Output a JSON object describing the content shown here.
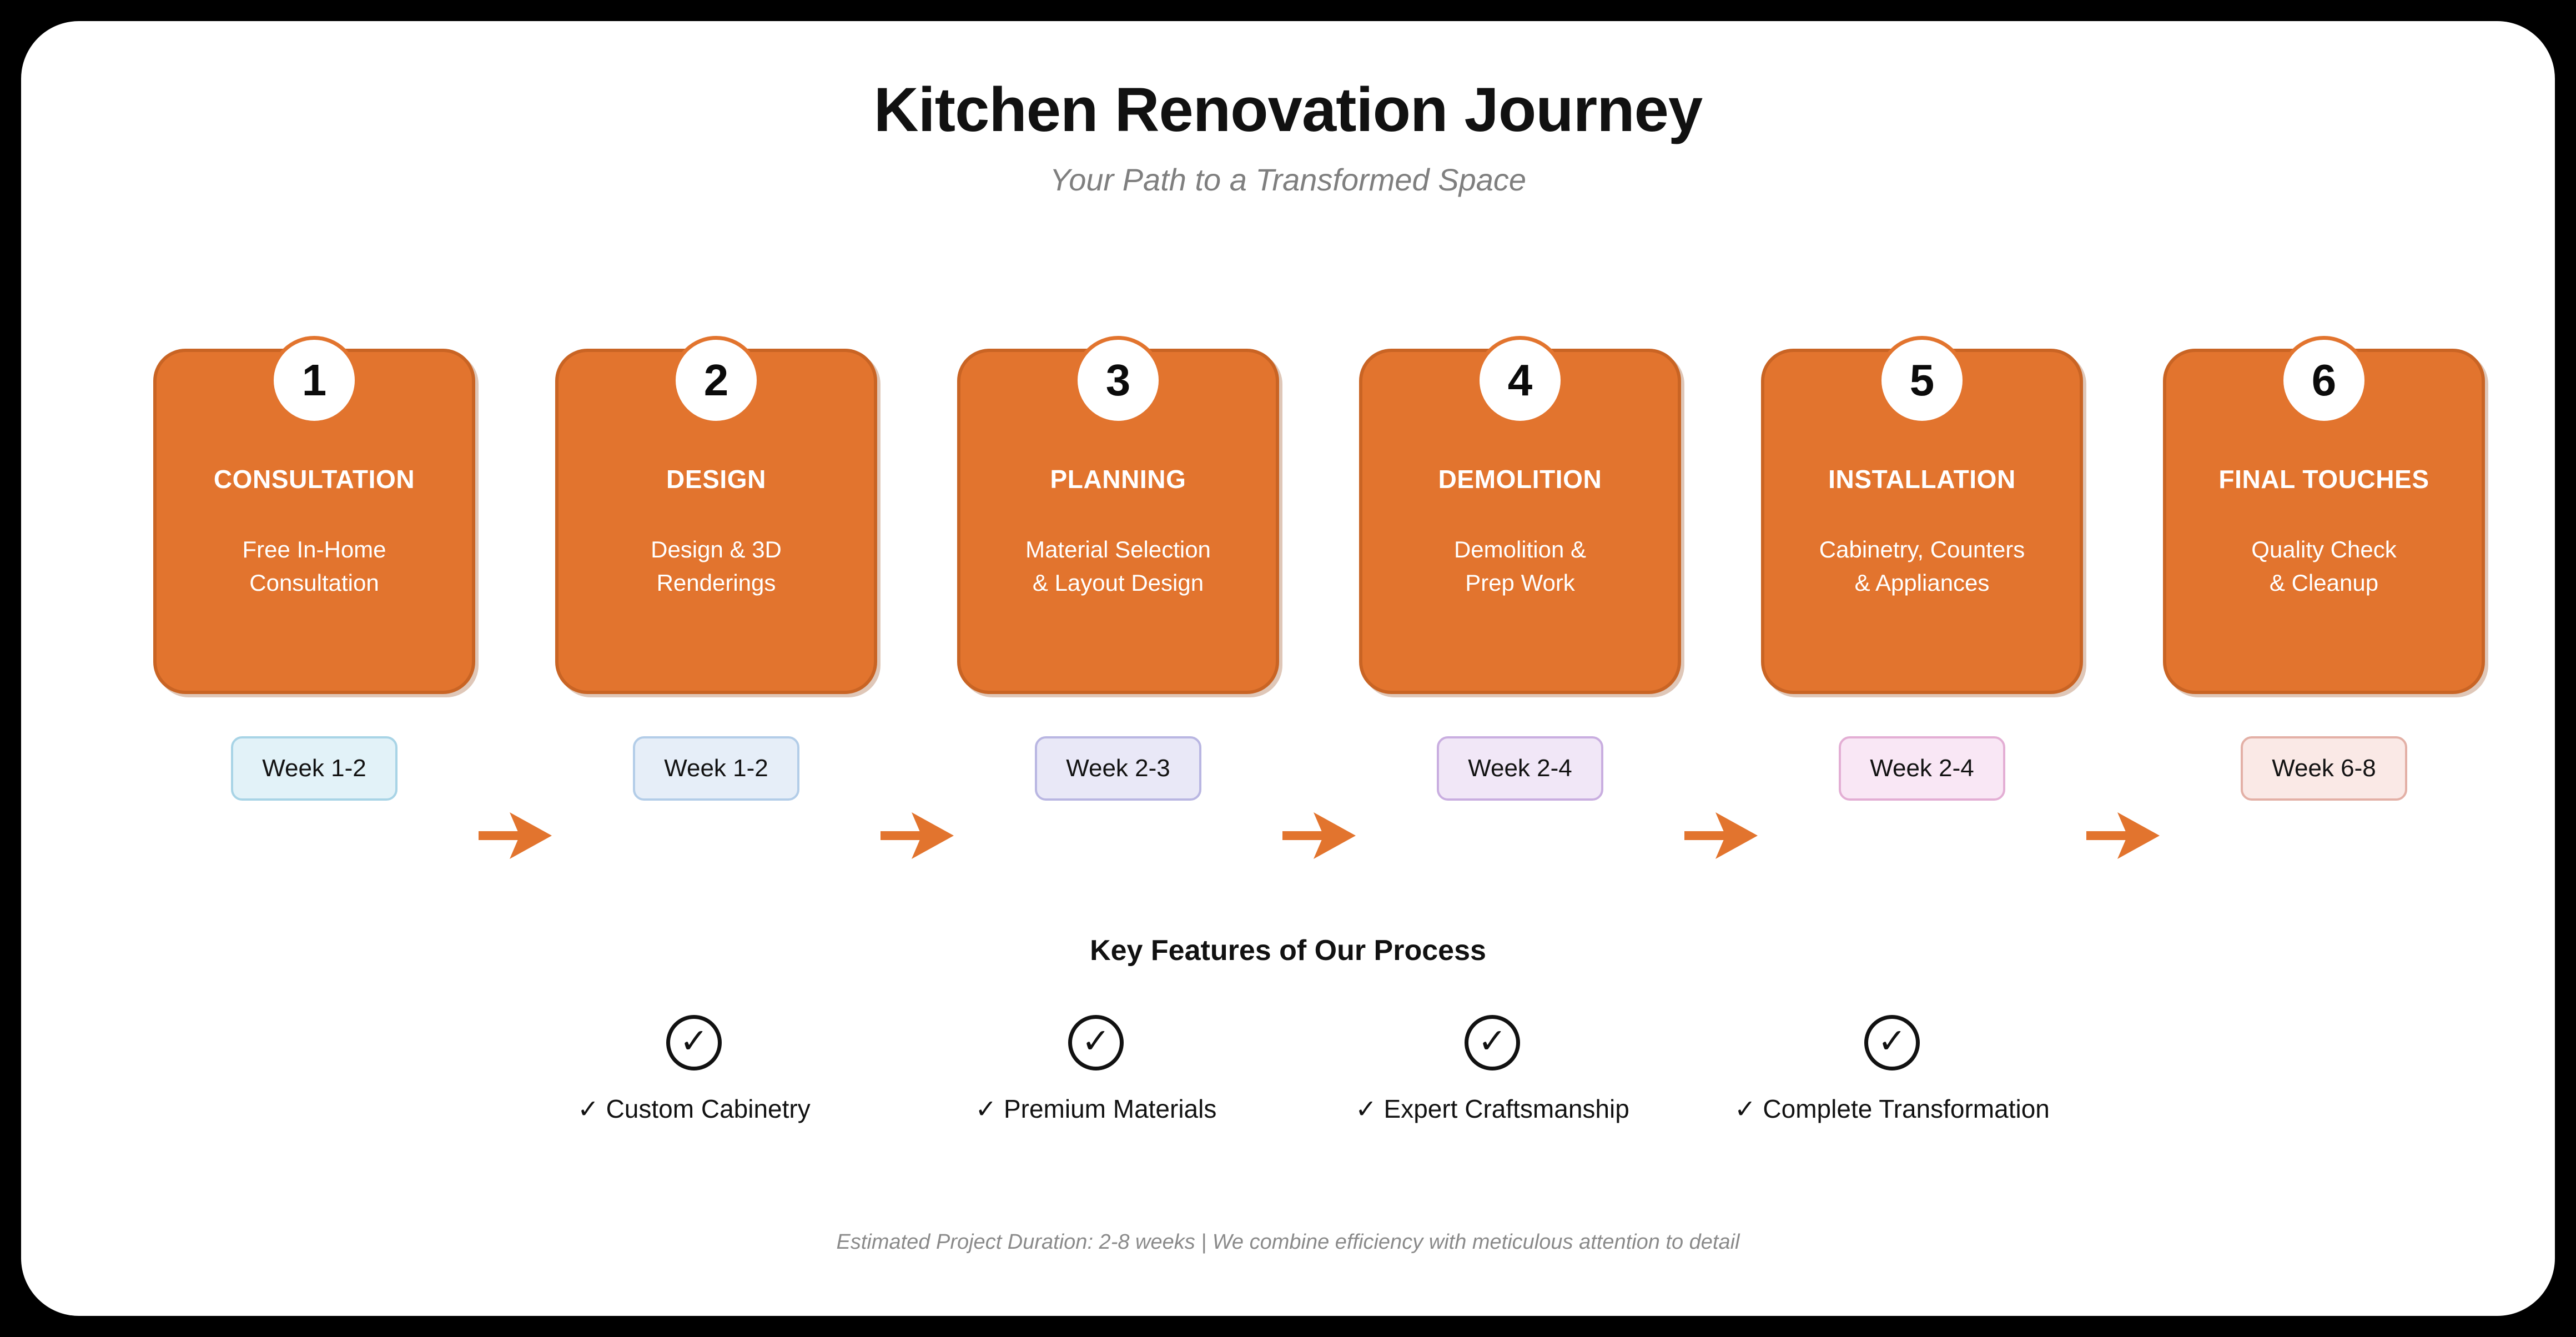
{
  "header": {
    "title": "Kitchen Renovation Journey",
    "subtitle": "Your Path to a Transformed Space"
  },
  "theme": {
    "page_background": "#000000",
    "canvas_background": "#ffffff",
    "step_fill": "#E2742E",
    "step_border": "#C96424",
    "step_text": "#ffffff",
    "arrow_color": "#E2742E",
    "title_color": "#111111",
    "subtitle_color": "#7f7f7f",
    "footer_color": "#8a8a8a"
  },
  "steps": [
    {
      "number": "1",
      "title": "CONSULTATION",
      "description": "Free In-Home\nConsultation",
      "week": "Week 1-2",
      "week_fill": "#e2f2f8",
      "week_border": "#a8d4e6"
    },
    {
      "number": "2",
      "title": "DESIGN",
      "description": "Design & 3D\nRenderings",
      "week": "Week 1-2",
      "week_fill": "#e6eef8",
      "week_border": "#b3cde8"
    },
    {
      "number": "3",
      "title": "PLANNING",
      "description": "Material Selection\n& Layout Design",
      "week": "Week 2-3",
      "week_fill": "#e9e8f7",
      "week_border": "#b9b6e2"
    },
    {
      "number": "4",
      "title": "DEMOLITION",
      "description": "Demolition &\nPrep Work",
      "week": "Week 2-4",
      "week_fill": "#f1e7f7",
      "week_border": "#c9aee0"
    },
    {
      "number": "5",
      "title": "INSTALLATION",
      "description": "Cabinetry, Counters\n& Appliances",
      "week": "Week 2-4",
      "week_fill": "#f9e7f5",
      "week_border": "#e3aed4"
    },
    {
      "number": "6",
      "title": "FINAL TOUCHES",
      "description": "Quality Check\n& Cleanup",
      "week": "Week 6-8",
      "week_fill": "#fae9e6",
      "week_border": "#e3b0a6"
    }
  ],
  "features_section": {
    "heading": "Key Features of Our Process",
    "items": [
      {
        "icon_glyph": "✓",
        "label": "✓ Custom Cabinetry"
      },
      {
        "icon_glyph": "✓",
        "label": "✓ Premium Materials"
      },
      {
        "icon_glyph": "✓",
        "label": "✓ Expert Craftsmanship"
      },
      {
        "icon_glyph": "✓",
        "label": "✓ Complete Transformation"
      }
    ]
  },
  "footer": {
    "text": "Estimated Project Duration: 2-8 weeks | We combine efficiency with meticulous attention to detail"
  }
}
